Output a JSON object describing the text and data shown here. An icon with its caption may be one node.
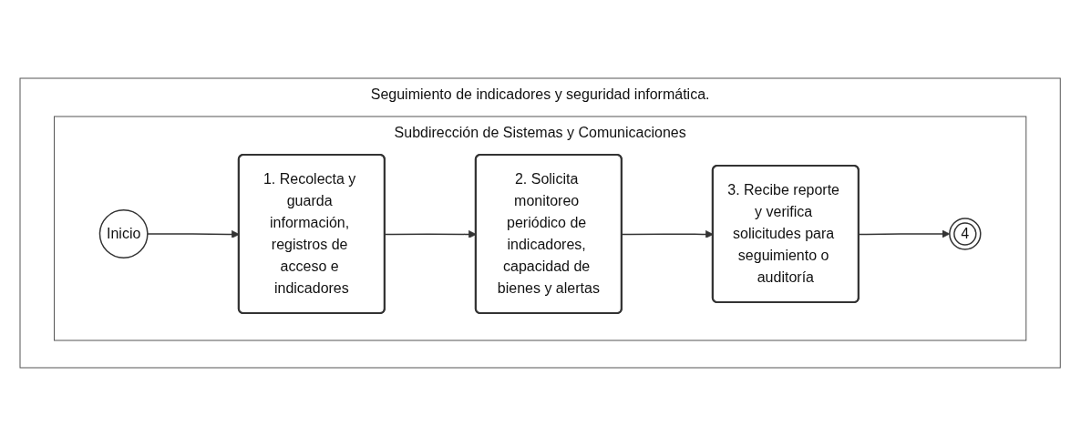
{
  "diagram": {
    "nodes": [
      {
        "text": [
          "Seguimiento de indicadores y seguridad informática."
        ]
      },
      {
        "text": [
          "Subdirección de Sistemas y Comunicaciones"
        ],
        "in": 0
      },
      {
        "text": [
          "Inicio"
        ],
        "in": 1
      },
      {
        "text": [
          "1. Recolecta y guarda información, registros de acceso e indicadores"
        ],
        "in": 1
      },
      {
        "text": [
          "2. Solicita monitoreo periódico de indicadores, capacidad de bienes y alertas"
        ],
        "in": 1
      },
      {
        "text": [
          "3. Recibe reporte y verifica solicitudes para seguimiento o auditoría"
        ],
        "in": 1
      },
      {
        "text": [
          "4"
        ],
        "in": 1
      }
    ],
    "edges": [
      {
        "from": 2,
        "to": 3,
        "arrow": "to"
      },
      {
        "from": 3,
        "to": 4,
        "arrow": "to"
      },
      {
        "from": 4,
        "to": 5,
        "arrow": "to"
      },
      {
        "from": 5,
        "to": 6,
        "arrow": "to"
      }
    ]
  }
}
